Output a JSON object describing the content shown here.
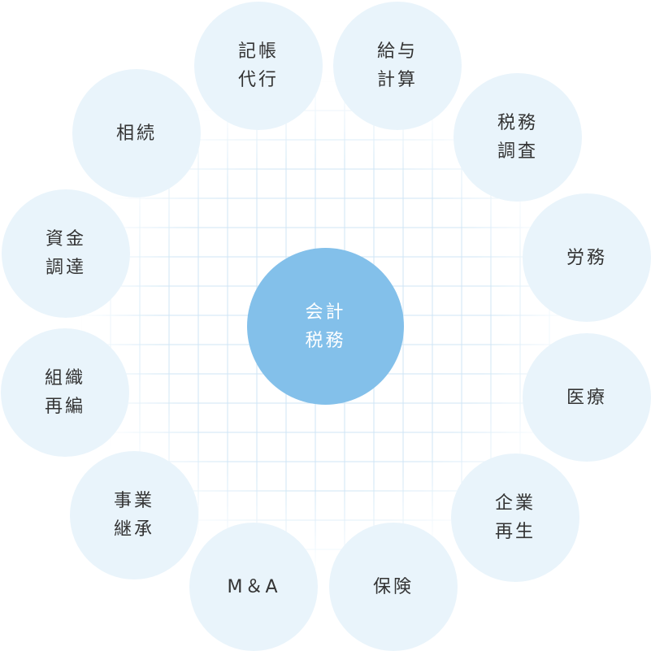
{
  "center": {
    "label": "会計\n税務"
  },
  "services": [
    {
      "id": "kicho",
      "label": "記帳\n代行"
    },
    {
      "id": "kyuyo",
      "label": "給与\n計算"
    },
    {
      "id": "zeimu",
      "label": "税務\n調査"
    },
    {
      "id": "romu",
      "label": "労務"
    },
    {
      "id": "iryo",
      "label": "医療"
    },
    {
      "id": "kigyo",
      "label": "企業\n再生"
    },
    {
      "id": "hoken",
      "label": "保険"
    },
    {
      "id": "ma",
      "label": "M＆A"
    },
    {
      "id": "jigyo",
      "label": "事業\n継承"
    },
    {
      "id": "soshiki",
      "label": "組織\n再編"
    },
    {
      "id": "shikin",
      "label": "資金\n調達"
    },
    {
      "id": "sozoku",
      "label": "相続"
    }
  ],
  "colors": {
    "node_fill": "#e9f4fb",
    "center_fill": "#83c0ea",
    "grid_line": "#cfe6f5",
    "text": "#333333"
  }
}
